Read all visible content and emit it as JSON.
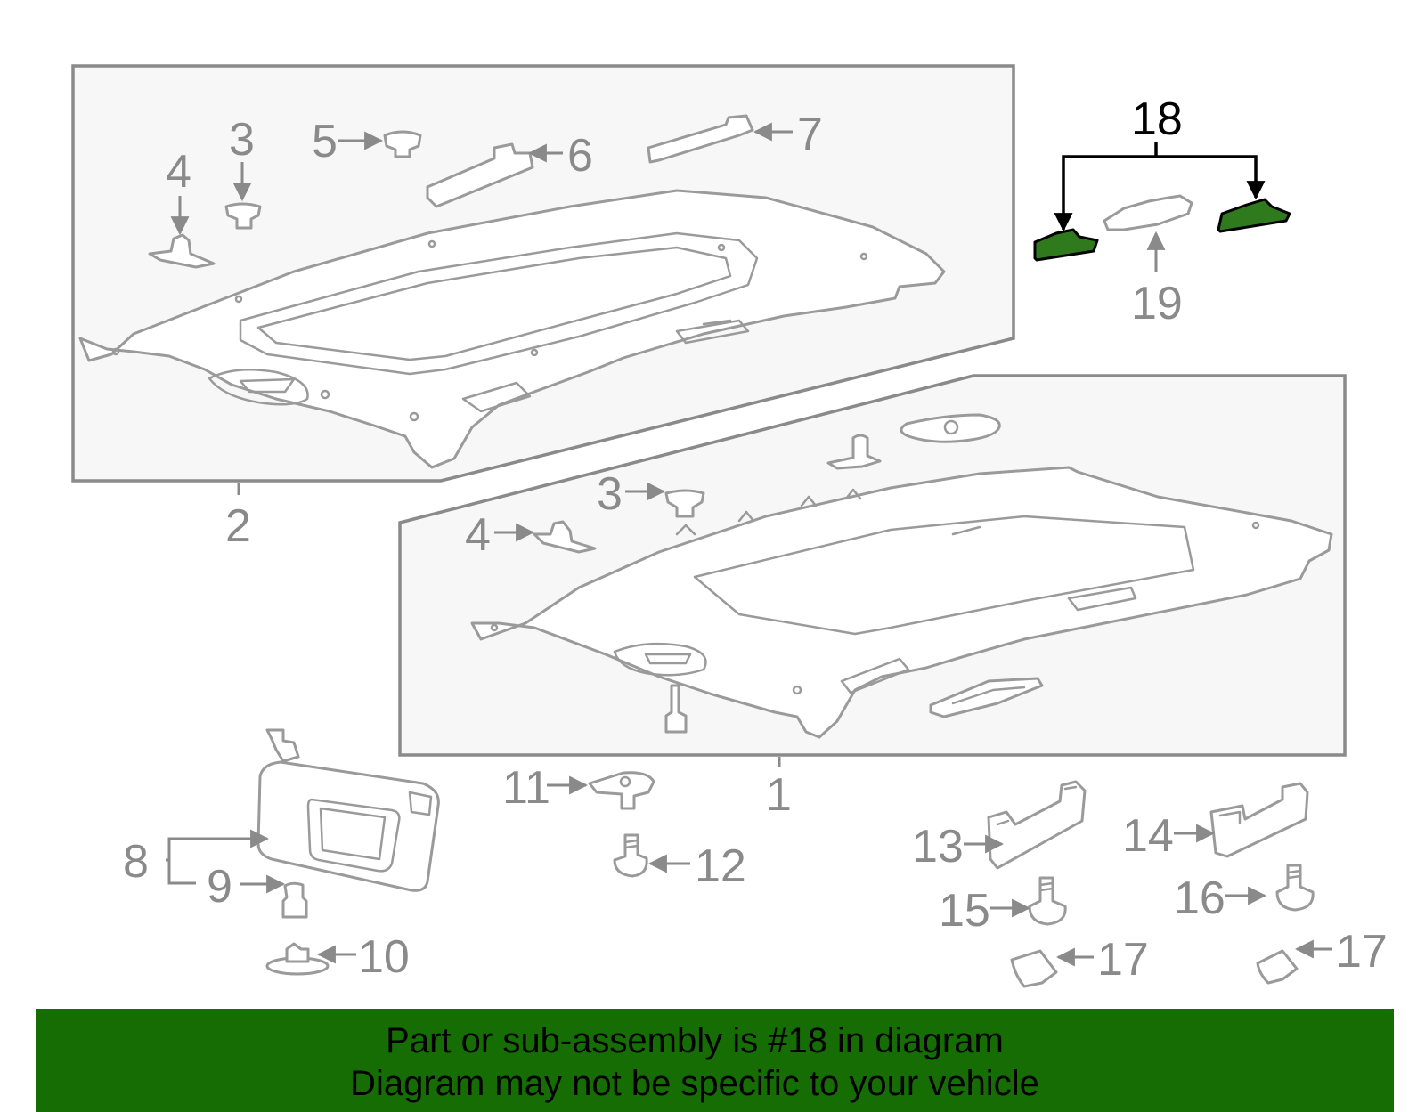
{
  "diagram": {
    "highlight_color": "#2f7a1c",
    "callouts": {
      "c1": "1",
      "c2": "2",
      "c3a": "3",
      "c3b": "3",
      "c4a": "4",
      "c4b": "4",
      "c5": "5",
      "c6": "6",
      "c7": "7",
      "c8": "8",
      "c9": "9",
      "c10": "10",
      "c11": "11",
      "c12": "12",
      "c13": "13",
      "c14": "14",
      "c15": "15",
      "c16": "16",
      "c17a": "17",
      "c17b": "17",
      "c18": "18",
      "c19": "19"
    }
  },
  "banner": {
    "line1": "Part or sub-assembly is #18 in diagram",
    "line2": "Diagram may not be specific to your vehicle",
    "background": "#156d04"
  }
}
